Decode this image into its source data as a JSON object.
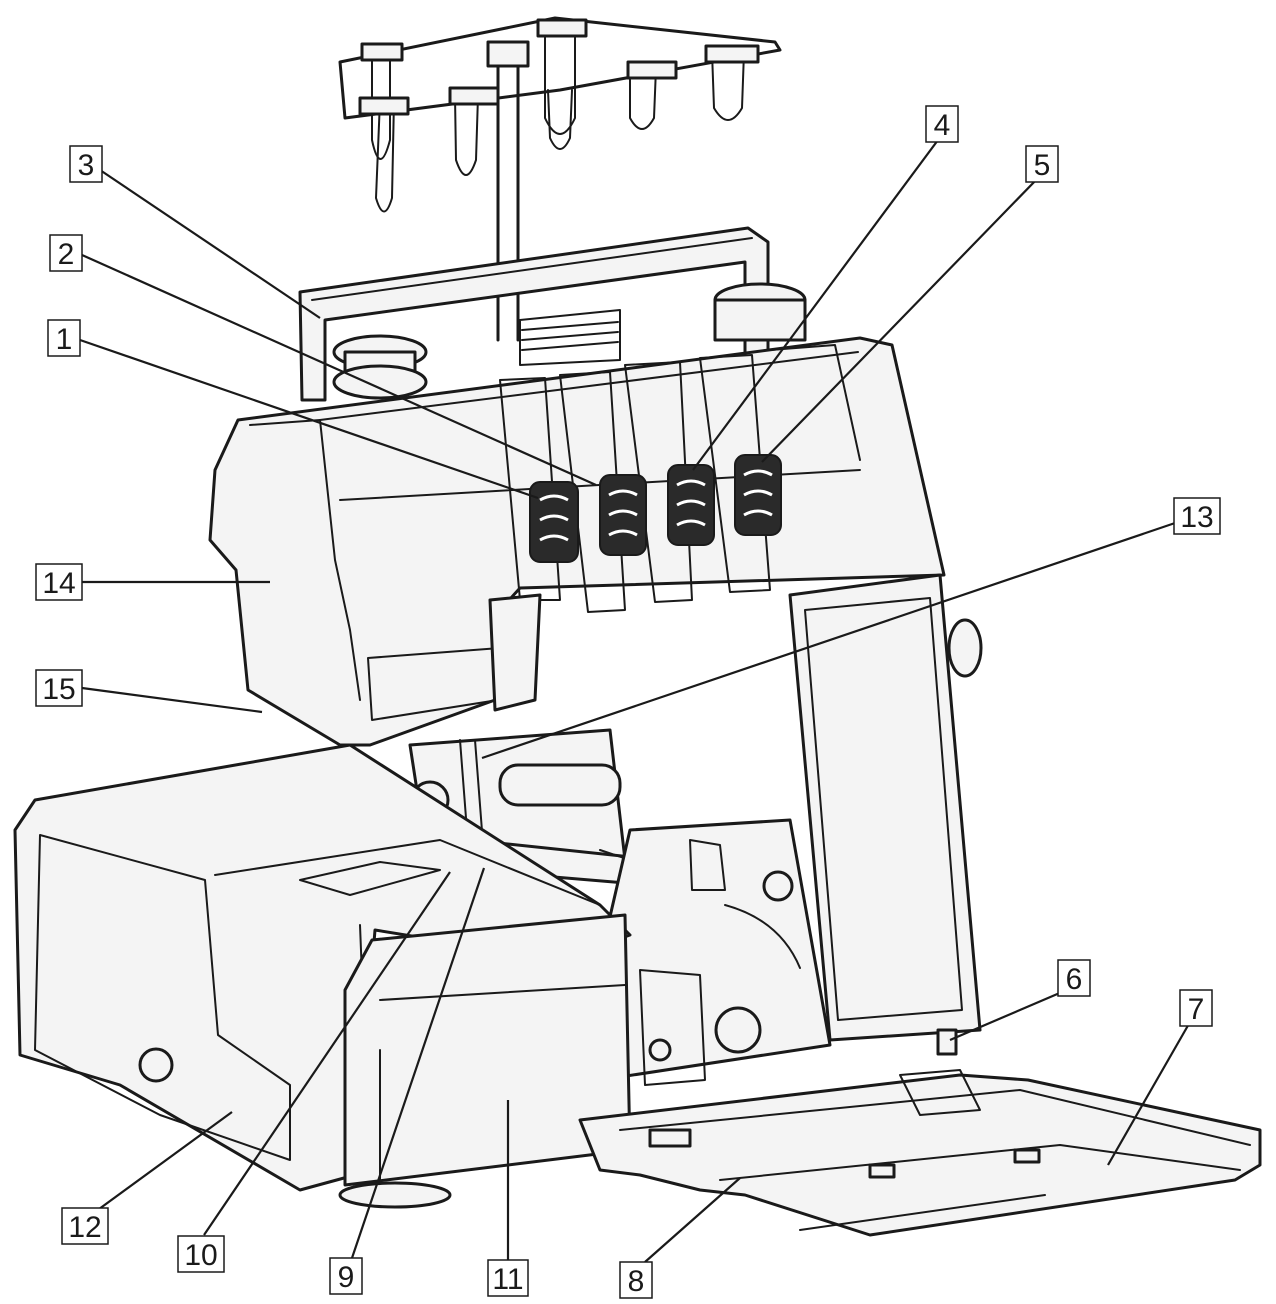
{
  "callouts": [
    {
      "id": "1",
      "label": "1"
    },
    {
      "id": "2",
      "label": "2"
    },
    {
      "id": "3",
      "label": "3"
    },
    {
      "id": "4",
      "label": "4"
    },
    {
      "id": "5",
      "label": "5"
    },
    {
      "id": "6",
      "label": "6"
    },
    {
      "id": "7",
      "label": "7"
    },
    {
      "id": "8",
      "label": "8"
    },
    {
      "id": "9",
      "label": "9"
    },
    {
      "id": "10",
      "label": "10"
    },
    {
      "id": "11",
      "label": "11"
    },
    {
      "id": "12",
      "label": "12"
    },
    {
      "id": "13",
      "label": "13"
    },
    {
      "id": "14",
      "label": "14"
    },
    {
      "id": "15",
      "label": "15"
    }
  ],
  "colors": {
    "ink": "#1a1a1a",
    "paper": "#ffffff"
  }
}
